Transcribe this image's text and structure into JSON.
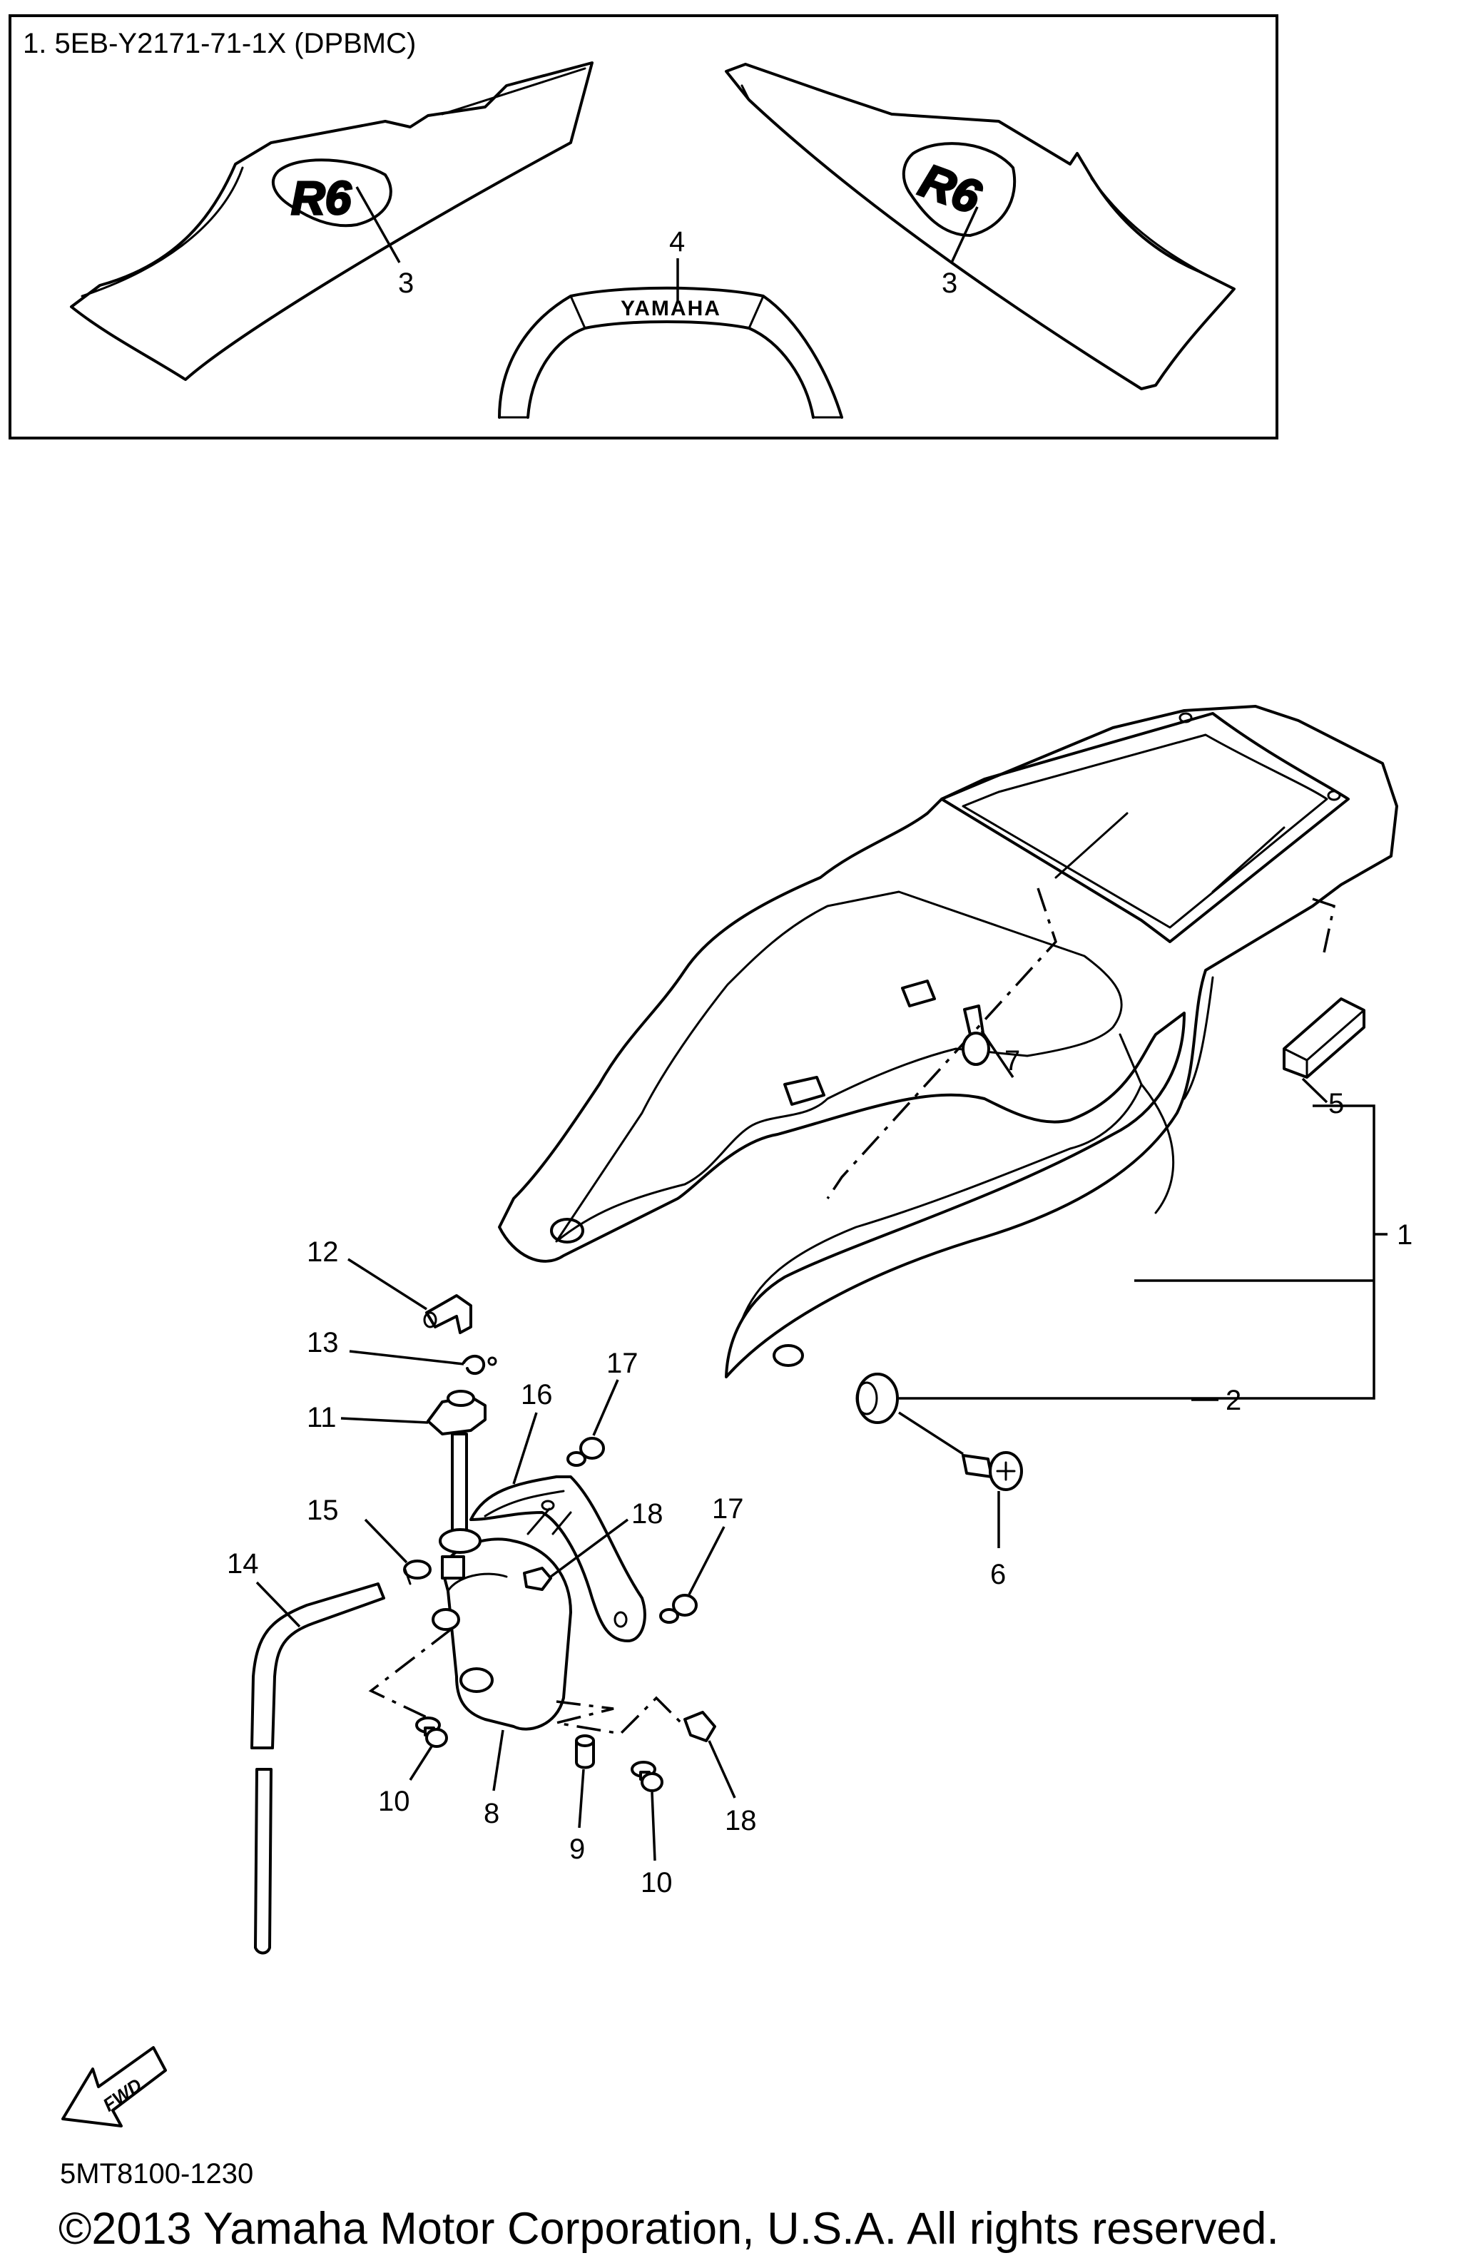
{
  "inset": {
    "caption": "1. 5EB-Y2171-71-1X (DPBMC)",
    "left_emblem": "R6",
    "right_emblem": "R6",
    "center_logo": "YAMAHA",
    "callouts": {
      "left_decal": "3",
      "center_emblem": "4",
      "right_decal": "3"
    }
  },
  "callouts": {
    "seat_cowl_assy": "1",
    "grommet": "2",
    "damper": "5",
    "screw": "6",
    "rivet": "7",
    "tank": "8",
    "collar": "9",
    "bolt_left": "10",
    "bolt_lower": "10",
    "cap": "11",
    "hose_fitting": "12",
    "clip_upper": "13",
    "hose": "14",
    "clip_lower": "15",
    "bracket": "16",
    "bolt_upper": "17",
    "bolt_right": "17",
    "nut_upper": "18",
    "nut_lower": "18"
  },
  "fwd_label": "FWD",
  "diagram_code": "5MT8100-1230",
  "copyright": "©2013 Yamaha Motor Corporation, U.S.A. All rights reserved."
}
